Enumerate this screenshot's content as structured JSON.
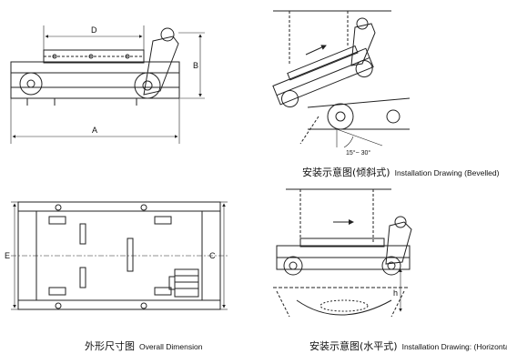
{
  "dimension_labels": {
    "A": "A",
    "B": "B",
    "C": "C",
    "D": "D",
    "E": "E",
    "h": "h",
    "angle": "15°~ 30°"
  },
  "captions": {
    "bevelled": {
      "zh": "安装示意图(倾斜式)",
      "en": "Installation Drawing (Bevelled)"
    },
    "overall": {
      "zh": "外形尺寸图",
      "en": "Overall Dimension"
    },
    "horizontal": {
      "zh": "安装示意图(水平式)",
      "en": "Installation Drawing: (Horizontal)"
    }
  },
  "colors": {
    "line": "#222222",
    "background": "#ffffff"
  }
}
